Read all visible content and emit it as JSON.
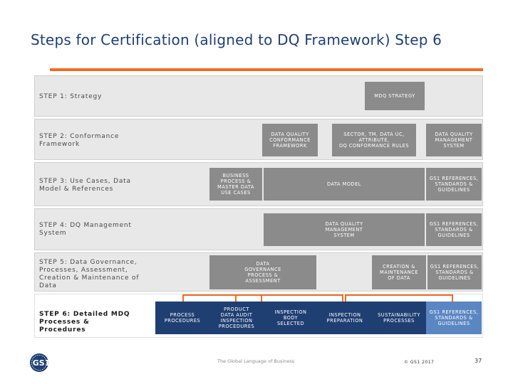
{
  "title": "Steps for Certification (aligned to DQ Framework) Step 6",
  "steps": [
    {
      "label": "STEP 1: Strategy"
    },
    {
      "label": "STEP 2: Conformance Framework"
    },
    {
      "label": "STEP 3: Use Cases, Data Model & References"
    },
    {
      "label": "STEP 4: DQ Management System"
    },
    {
      "label": "STEP 5: Data Governance, Processes, Assessment, Creation & Maintenance of Data"
    },
    {
      "label": "STEP 6: Detailed MDQ Processes & Procedures"
    }
  ],
  "boxes": {
    "mdq_strategy": "MDQ STRATEGY",
    "dq_conformance_framework": "DATA QUALITY\nCONFORMANCE\nFRAMEWORK",
    "sector_rules": "SECTOR, TM, DATA UC,\nATTRIBUTE,\nDQ CONFORMANCE RULES",
    "dq_management_system_s2": "DATA QUALITY\nMANAGEMENT\nSYSTEM",
    "business_process": "BUSINESS\nPROCESS &\nMASTER DATA\nUSE CASES",
    "data_model": "DATA MODEL",
    "gs1_references_s3": "GS1 REFERENCES,\nSTANDARDS &\nGUIDELINES",
    "dq_management_system_s4": "DATA QUALITY\nMANAGEMENT\nSYSTEM",
    "gs1_references_s4": "GS1 REFERENCES,\nSTANDARDS &\nGUIDELINES",
    "data_governance": "DATA\nGOVERNANCE\nPROCESS &\nASSESSMENT",
    "creation_maintenance": "CREATION &\nMAINTENANCE\nOF DATA",
    "gs1_references_s5": "GS1 REFERENCES,\nSTANDARDS &\nGUIDELINES",
    "process_procedures": "PROCESS\nPROCEDURES",
    "product_data_audit": "PRODUCT\nDATA AUDIT\nINSPECTION\nPROCEDURES",
    "inspection_body_selected": "INSPECTION\nBODY\nSELECTED",
    "inspection_preparation": "INSPECTION\nPREPARATION",
    "sustainability_processes": "SUSTAINABILITY\nPROCESSES",
    "gs1_references_s6": "GS1 REFERENCES,\nSTANDARDS &\nGUIDELINES"
  },
  "footer": {
    "logo_text": "GS1",
    "tagline": "The Global Language of Business",
    "copyright": "© GS1 2017",
    "page_number": "37"
  },
  "colors": {
    "accent_orange": "#f26b21",
    "navy": "#1f3f73",
    "blue": "#5b86c2",
    "gray_box": "#8b8b8b",
    "row_gray": "#e8e8e8"
  }
}
